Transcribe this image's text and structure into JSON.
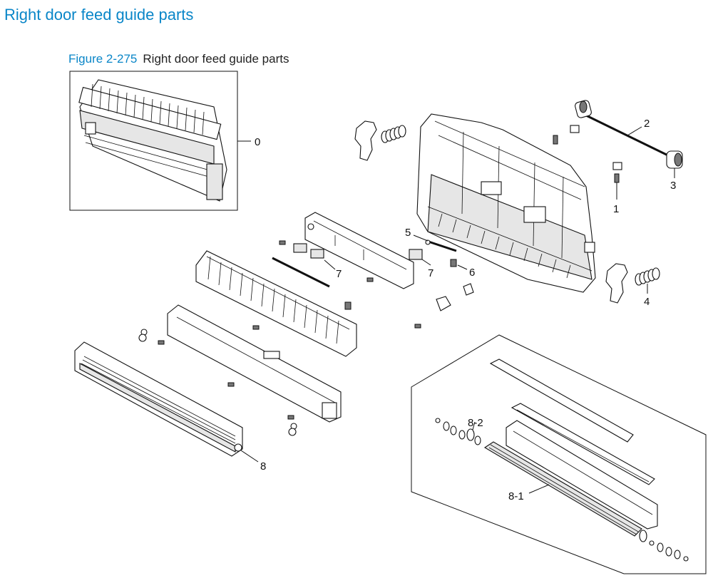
{
  "page": {
    "title": "Right door feed guide parts"
  },
  "figure": {
    "number": "Figure 2-275",
    "caption": "Right door feed guide parts"
  },
  "callouts": {
    "c0": "0",
    "c1": "1",
    "c2": "2",
    "c3": "3",
    "c4": "4",
    "c5": "5",
    "c6": "6",
    "c7a": "7",
    "c7b": "7",
    "c8": "8",
    "c8_1": "8-1",
    "c8_2": "8-2"
  },
  "colors": {
    "accent": "#0a86c8",
    "line": "#111111"
  }
}
